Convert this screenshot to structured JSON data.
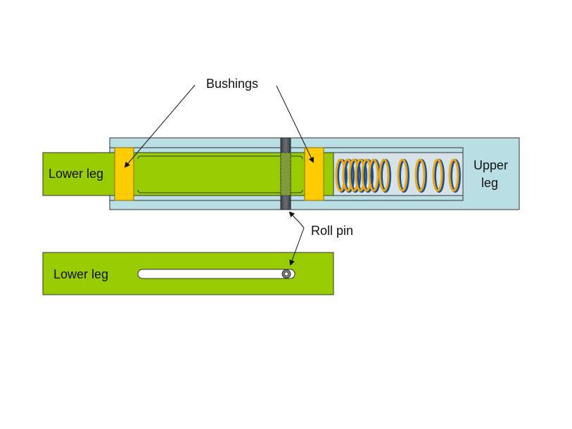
{
  "diagram": {
    "title": "Telescoping leg with spring, bushings and roll pin",
    "labels": {
      "bushings": "Bushings",
      "lower_leg_top": "Lower leg",
      "upper_leg_line1": "Upper",
      "upper_leg_line2": "leg",
      "roll_pin": "Roll pin",
      "lower_leg_bottom": "Lower leg"
    },
    "colors": {
      "upper_leg_fill": "#b9dee4",
      "lower_leg_fill": "#99cc00",
      "bushing_fill": "#ffcc00",
      "roll_pin_fill": "#555a5e",
      "spring_gold": "#e8a81c",
      "spring_blue": "#1f4e8c",
      "outline": "#333333"
    }
  }
}
